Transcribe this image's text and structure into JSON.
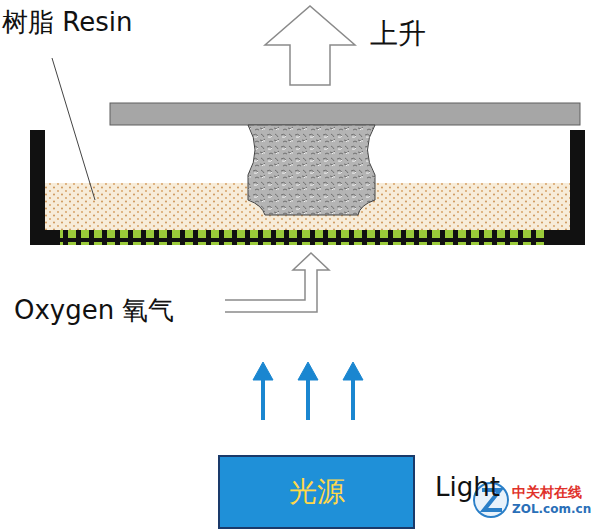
{
  "diagram": {
    "nodes": [
      {
        "text": [
          "光源",
          "Light"
        ]
      }
    ],
    "labels": [
      "树脂 Resin",
      "上升",
      "Oxygen 氧气",
      "中关村在线",
      "ZOL.com.cn"
    ]
  }
}
